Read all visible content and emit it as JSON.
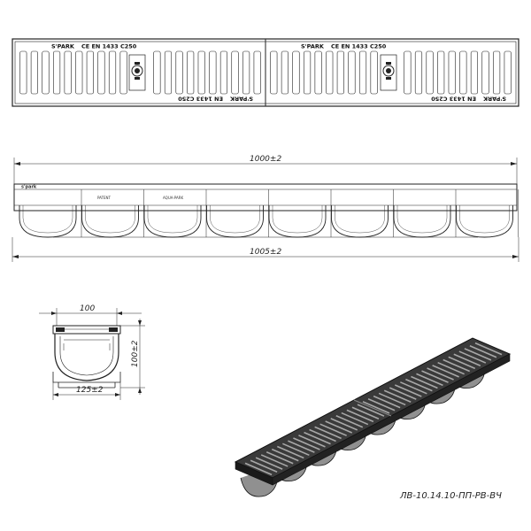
{
  "product_code": "ЛВ-10.14.10-ПП-РВ-ВЧ",
  "top_view": {
    "brand": "S'PARK",
    "marking": "CE EN 1433 C250",
    "marking_mirrored": "EN 1433 C250"
  },
  "side_view": {
    "brand_small": "s'park",
    "length_top": "1000±2",
    "length_bottom": "1005±2",
    "inner_label_1": "PATENT",
    "inner_label_2": "AQUA-PARK"
  },
  "cross_section": {
    "width_top": "100",
    "height": "100±2",
    "width_bottom": "125±2"
  }
}
